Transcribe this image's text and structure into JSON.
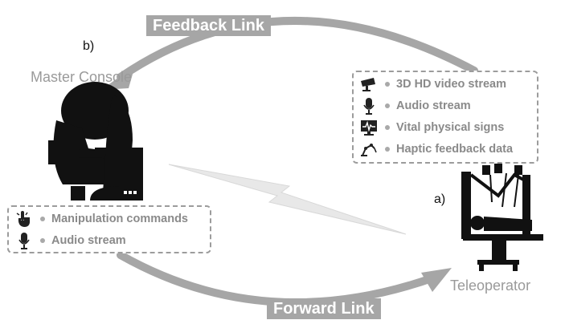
{
  "diagram": {
    "panel_b_label": "b)",
    "panel_a_label": "a)",
    "master_console_title": "Master Console",
    "teleoperator_title": "Teleoperator",
    "feedback_link_label": "Feedback Link",
    "forward_link_label": "Forward Link",
    "feedback_items": [
      {
        "label": "3D HD video stream",
        "icon": "camera-icon"
      },
      {
        "label": "Audio stream",
        "icon": "microphone-icon"
      },
      {
        "label": "Vital physical signs",
        "icon": "vital-monitor-icon"
      },
      {
        "label": "Haptic feedback data",
        "icon": "robot-arm-icon"
      }
    ],
    "forward_items": [
      {
        "label": "Manipulation commands",
        "icon": "hand-pointer-icon"
      },
      {
        "label": "Audio stream",
        "icon": "microphone-icon"
      }
    ],
    "colors": {
      "arrow_gray": "#a6a6a6",
      "silhouette": "#111111",
      "title_gray": "#9a9a9a",
      "item_text_gray": "#8a8a8a",
      "dashed_border": "#9c9c9c"
    }
  }
}
